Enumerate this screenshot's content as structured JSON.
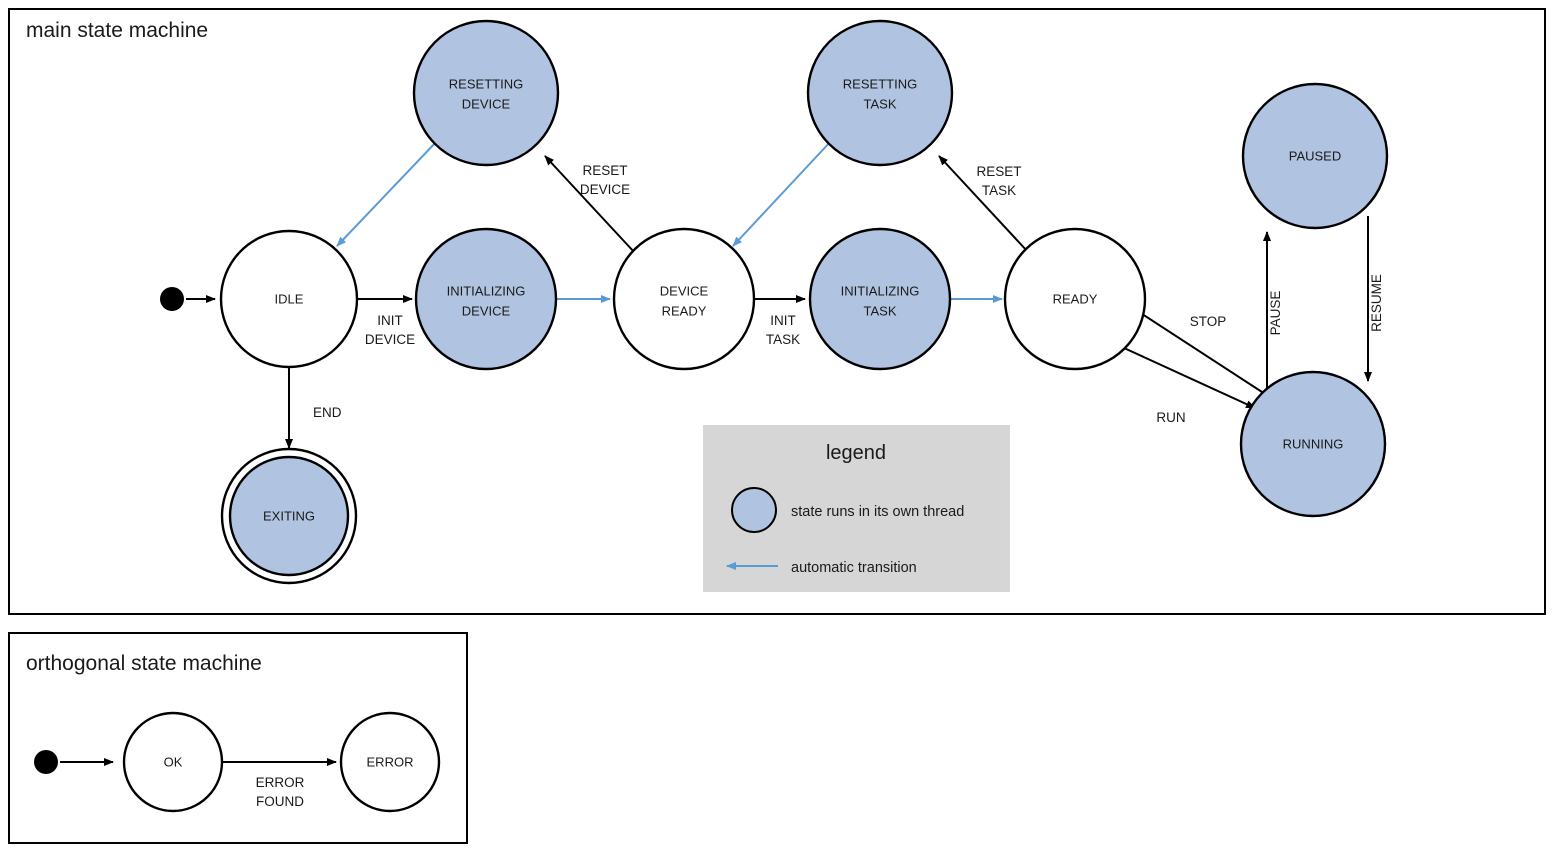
{
  "diagram": {
    "type": "state-machine",
    "colors": {
      "threaded_state_fill": "#b0c4e2",
      "plain_state_fill": "#ffffff",
      "stroke": "#000000",
      "auto_transition": "#5b9bd5",
      "legend_background": "#d6d6d6"
    }
  },
  "main_frame": {
    "title": "main state machine",
    "states": [
      {
        "id": "idle",
        "label_line1": "IDLE",
        "label_line2": "",
        "threaded": false,
        "final": false
      },
      {
        "id": "resetting-device",
        "label_line1": "RESETTING",
        "label_line2": "DEVICE",
        "threaded": true,
        "final": false
      },
      {
        "id": "initializing-device",
        "label_line1": "INITIALIZING",
        "label_line2": "DEVICE",
        "threaded": true,
        "final": false
      },
      {
        "id": "device-ready",
        "label_line1": "DEVICE",
        "label_line2": "READY",
        "threaded": false,
        "final": false
      },
      {
        "id": "resetting-task",
        "label_line1": "RESETTING",
        "label_line2": "TASK",
        "threaded": true,
        "final": false
      },
      {
        "id": "initializing-task",
        "label_line1": "INITIALIZING",
        "label_line2": "TASK",
        "threaded": true,
        "final": false
      },
      {
        "id": "ready",
        "label_line1": "READY",
        "label_line2": "",
        "threaded": false,
        "final": false
      },
      {
        "id": "paused",
        "label_line1": "PAUSED",
        "label_line2": "",
        "threaded": true,
        "final": false
      },
      {
        "id": "running",
        "label_line1": "RUNNING",
        "label_line2": "",
        "threaded": true,
        "final": false
      },
      {
        "id": "exiting",
        "label_line1": "EXITING",
        "label_line2": "",
        "threaded": true,
        "final": true
      }
    ],
    "transitions": [
      {
        "id": "start-idle",
        "from": "start",
        "to": "idle",
        "label_line1": "",
        "label_line2": "",
        "auto": false
      },
      {
        "id": "idle-init-device",
        "from": "idle",
        "to": "initializing-device",
        "label_line1": "INIT",
        "label_line2": "DEVICE",
        "auto": false
      },
      {
        "id": "initdev-devready",
        "from": "initializing-device",
        "to": "device-ready",
        "label_line1": "",
        "label_line2": "",
        "auto": true
      },
      {
        "id": "devready-resetdev",
        "from": "device-ready",
        "to": "resetting-device",
        "label_line1": "RESET",
        "label_line2": "DEVICE",
        "auto": false
      },
      {
        "id": "resetdev-idle",
        "from": "resetting-device",
        "to": "idle",
        "label_line1": "",
        "label_line2": "",
        "auto": true
      },
      {
        "id": "devready-inittask",
        "from": "device-ready",
        "to": "initializing-task",
        "label_line1": "INIT",
        "label_line2": "TASK",
        "auto": false
      },
      {
        "id": "inittask-ready",
        "from": "initializing-task",
        "to": "ready",
        "label_line1": "",
        "label_line2": "",
        "auto": true
      },
      {
        "id": "ready-resettask",
        "from": "ready",
        "to": "resetting-task",
        "label_line1": "RESET",
        "label_line2": "TASK",
        "auto": false
      },
      {
        "id": "resettask-devready",
        "from": "resetting-task",
        "to": "device-ready",
        "label_line1": "",
        "label_line2": "",
        "auto": true
      },
      {
        "id": "ready-running",
        "from": "ready",
        "to": "running",
        "label_line1": "RUN",
        "label_line2": "",
        "auto": false
      },
      {
        "id": "running-ready",
        "from": "running",
        "to": "ready",
        "label_line1": "STOP",
        "label_line2": "",
        "auto": false
      },
      {
        "id": "running-paused",
        "from": "running",
        "to": "paused",
        "label_line1": "PAUSE",
        "label_line2": "",
        "auto": false
      },
      {
        "id": "paused-running",
        "from": "paused",
        "to": "running",
        "label_line1": "RESUME",
        "label_line2": "",
        "auto": false
      },
      {
        "id": "idle-exiting",
        "from": "idle",
        "to": "exiting",
        "label_line1": "END",
        "label_line2": "",
        "auto": false
      }
    ],
    "labels": {
      "init_device_l1": "INIT",
      "init_device_l2": "DEVICE",
      "reset_device_l1": "RESET",
      "reset_device_l2": "DEVICE",
      "init_task_l1": "INIT",
      "init_task_l2": "TASK",
      "reset_task_l1": "RESET",
      "reset_task_l2": "TASK",
      "run": "RUN",
      "stop": "STOP",
      "pause": "PAUSE",
      "resume": "RESUME",
      "end": "END"
    },
    "state_labels": {
      "idle": "IDLE",
      "resetting_device_l1": "RESETTING",
      "resetting_device_l2": "DEVICE",
      "initializing_device_l1": "INITIALIZING",
      "initializing_device_l2": "DEVICE",
      "device_ready_l1": "DEVICE",
      "device_ready_l2": "READY",
      "resetting_task_l1": "RESETTING",
      "resetting_task_l2": "TASK",
      "initializing_task_l1": "INITIALIZING",
      "initializing_task_l2": "TASK",
      "ready": "READY",
      "paused": "PAUSED",
      "running": "RUNNING",
      "exiting": "EXITING"
    }
  },
  "legend": {
    "title": "legend",
    "entries": [
      {
        "id": "threaded-state",
        "symbol": "filled-circle",
        "text": "state runs in its own thread"
      },
      {
        "id": "auto-transition",
        "symbol": "blue-arrow",
        "text": "automatic transition"
      }
    ],
    "entry_1_text": "state runs in its own thread",
    "entry_2_text": "automatic transition"
  },
  "orthogonal_frame": {
    "title": "orthogonal state machine",
    "states": [
      {
        "id": "ok",
        "label": "OK"
      },
      {
        "id": "error",
        "label": "ERROR"
      }
    ],
    "state_labels": {
      "ok": "OK",
      "error": "ERROR"
    },
    "transitions": [
      {
        "id": "start-ok",
        "from": "start",
        "to": "ok",
        "label_line1": "",
        "label_line2": ""
      },
      {
        "id": "ok-error",
        "from": "ok",
        "to": "error",
        "label_line1": "ERROR",
        "label_line2": "FOUND"
      }
    ],
    "labels": {
      "error_found_l1": "ERROR",
      "error_found_l2": "FOUND"
    }
  }
}
